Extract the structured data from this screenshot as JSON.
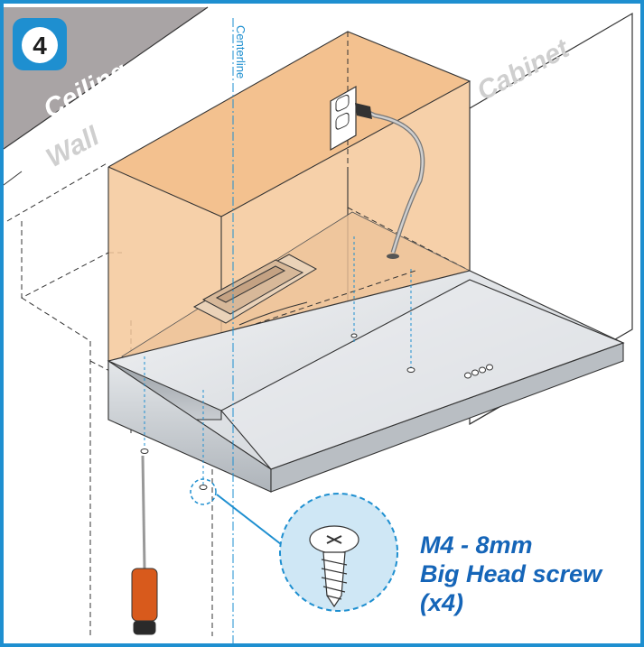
{
  "step": {
    "number": "4"
  },
  "labels": {
    "ceiling": "Ceiling",
    "wall": "Wall",
    "cabinet": "Cabinet",
    "centerline": "Centerline"
  },
  "callout": {
    "line1": "M4 - 8mm",
    "line2": "Big Head screw",
    "line3": "(x4)"
  },
  "colors": {
    "frame": "#1e8fd0",
    "accent_text": "#1565b8",
    "enclosure": "#f5c89a",
    "ceiling": "#a9a4a5",
    "hood": "#cfd3d7",
    "callout_fill": "#cfe7f5"
  }
}
